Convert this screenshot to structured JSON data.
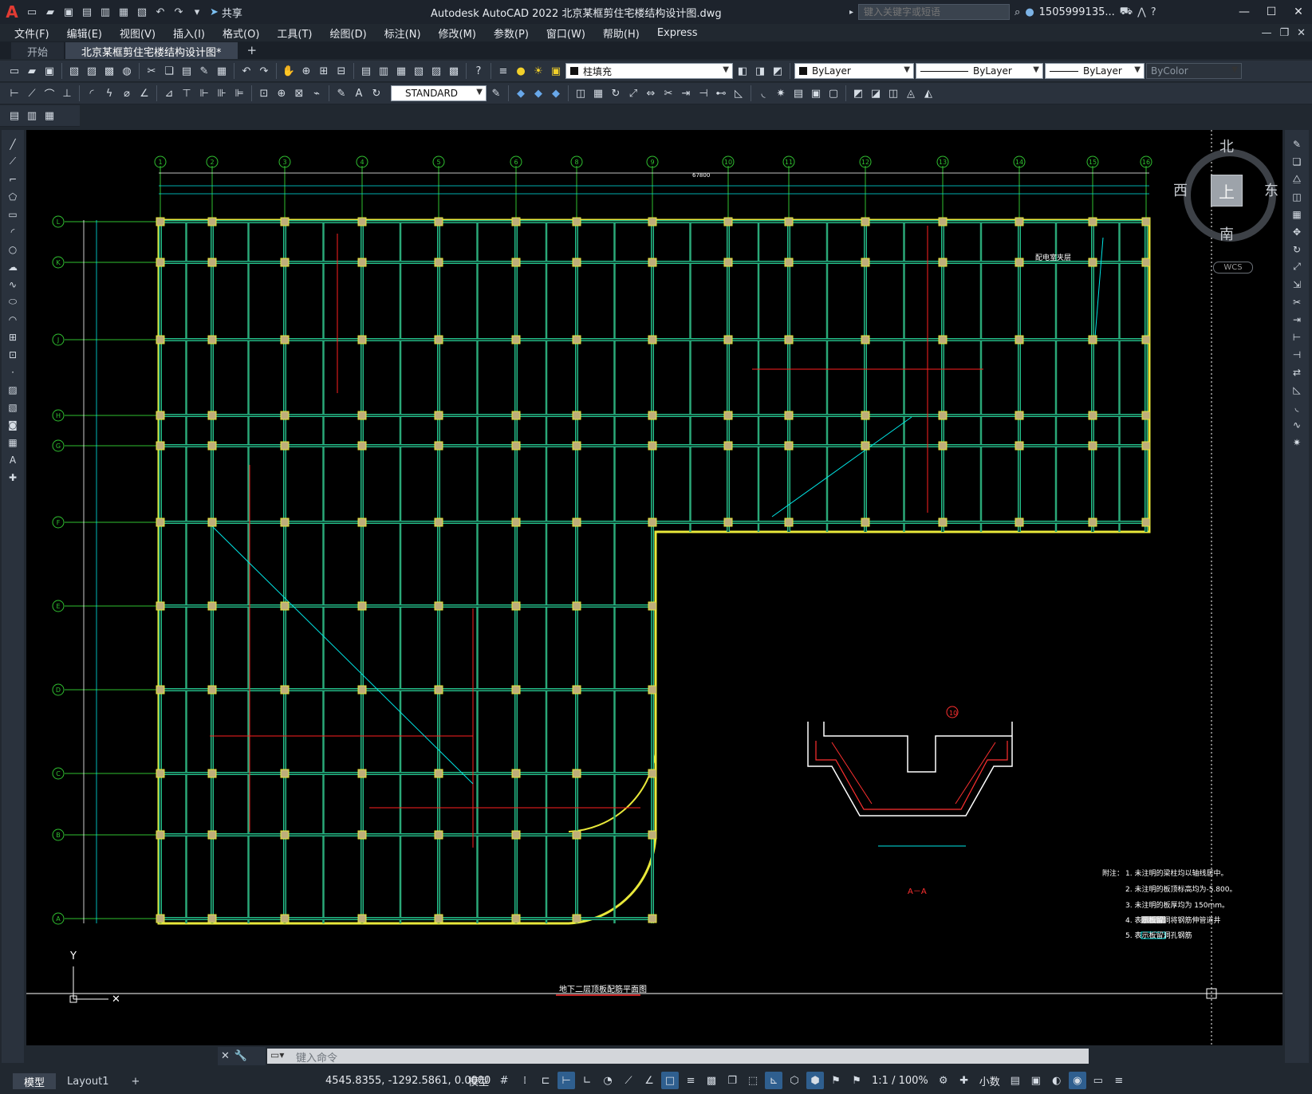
{
  "app": {
    "title": "Autodesk AutoCAD 2022    北京某框剪住宅楼结构设计图.dwg",
    "share_label": "共享",
    "search_placeholder": "键入关键字或短语",
    "user": "1505999135...",
    "logo": "A"
  },
  "menu": [
    "文件(F)",
    "编辑(E)",
    "视图(V)",
    "插入(I)",
    "格式(O)",
    "工具(T)",
    "绘图(D)",
    "标注(N)",
    "修改(M)",
    "参数(P)",
    "窗口(W)",
    "帮助(H)",
    "Express"
  ],
  "tabs": [
    {
      "label": "开始",
      "active": false
    },
    {
      "label": "北京某框剪住宅楼结构设计图*",
      "active": true
    }
  ],
  "layers": {
    "current_layer": "柱填充",
    "color": "ByLayer",
    "linetype": "ByLayer",
    "lineweight": "ByLayer",
    "plotstyle": "ByColor"
  },
  "dimstyle": "STANDARD",
  "viewcube": {
    "north": "北",
    "south": "南",
    "east": "东",
    "west": "西",
    "top": "上",
    "wcs": "WCS"
  },
  "drawing": {
    "axes_top": [
      "1",
      "2",
      "3",
      "4",
      "5",
      "6",
      "8",
      "9",
      "10",
      "11",
      "12",
      "13",
      "14",
      "15",
      "16"
    ],
    "axes_left": [
      "L",
      "K",
      "J",
      "H",
      "G",
      "F",
      "E",
      "D",
      "C",
      "B",
      "A"
    ],
    "room_label": "配电室夹层",
    "plan_title": "地下二层顶板配筋平面图",
    "section_title": "A－A",
    "notes_title": "附注：",
    "notes": [
      "1.  未注明的梁柱均以轴线居中。",
      "2.  未注明的板顶标高均为-5.800。",
      "3.  未注明的板厚均为 150mm。",
      "4.  表示板留洞将钢筋伸管道井",
      "5.  表示板留洞孔钢筋"
    ],
    "overall_dim": "67800",
    "section_axis": "10",
    "ucs_y": "Y"
  },
  "command": {
    "placeholder": "键入命令"
  },
  "status": {
    "model_tab": "模型",
    "layout_tab": "Layout1",
    "coords": "4545.8355, -1292.5861, 0.0000",
    "space": "模型",
    "scale": "1:1 / 100%",
    "units": "小数"
  }
}
